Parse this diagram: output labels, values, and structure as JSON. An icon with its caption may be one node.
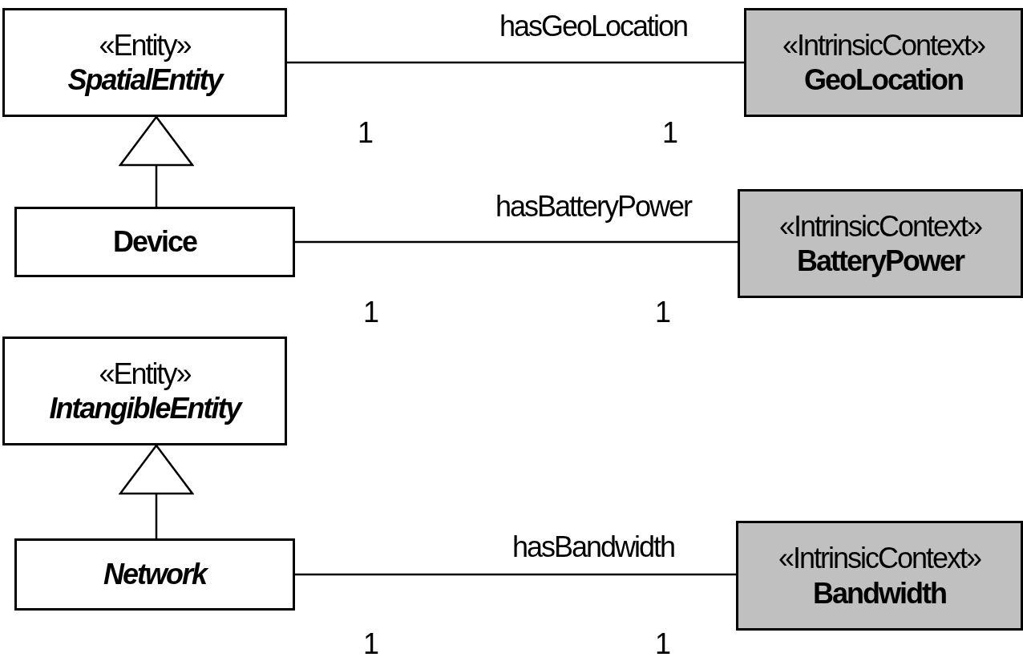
{
  "diagram": {
    "nodes": [
      {
        "text": [
          "«Entity»",
          "SpatialEntity"
        ]
      },
      {
        "text": [
          "«IntrinsicContext»",
          "GeoLocation"
        ]
      },
      {
        "text": [
          "Device"
        ]
      },
      {
        "text": [
          "«IntrinsicContext»",
          "BatteryPower"
        ]
      },
      {
        "text": [
          "«Entity»",
          "IntangibleEntity"
        ]
      },
      {
        "text": [
          "Network"
        ]
      },
      {
        "text": [
          "«IntrinsicContext»",
          "Bandwidth"
        ]
      }
    ],
    "edges": [
      {
        "from": 0,
        "to": 1,
        "arrow": "none",
        "label": "hasGeoLocation"
      },
      {
        "from": 2,
        "to": 0,
        "arrow": "to"
      },
      {
        "from": 2,
        "to": 3,
        "arrow": "none",
        "label": "hasBatteryPower"
      },
      {
        "from": 5,
        "to": 4,
        "arrow": "to"
      },
      {
        "from": 5,
        "to": 6,
        "arrow": "none",
        "label": "hasBandwidth"
      }
    ],
    "labels": [
      "1",
      "1",
      "1",
      "1",
      "1",
      "1"
    ]
  }
}
